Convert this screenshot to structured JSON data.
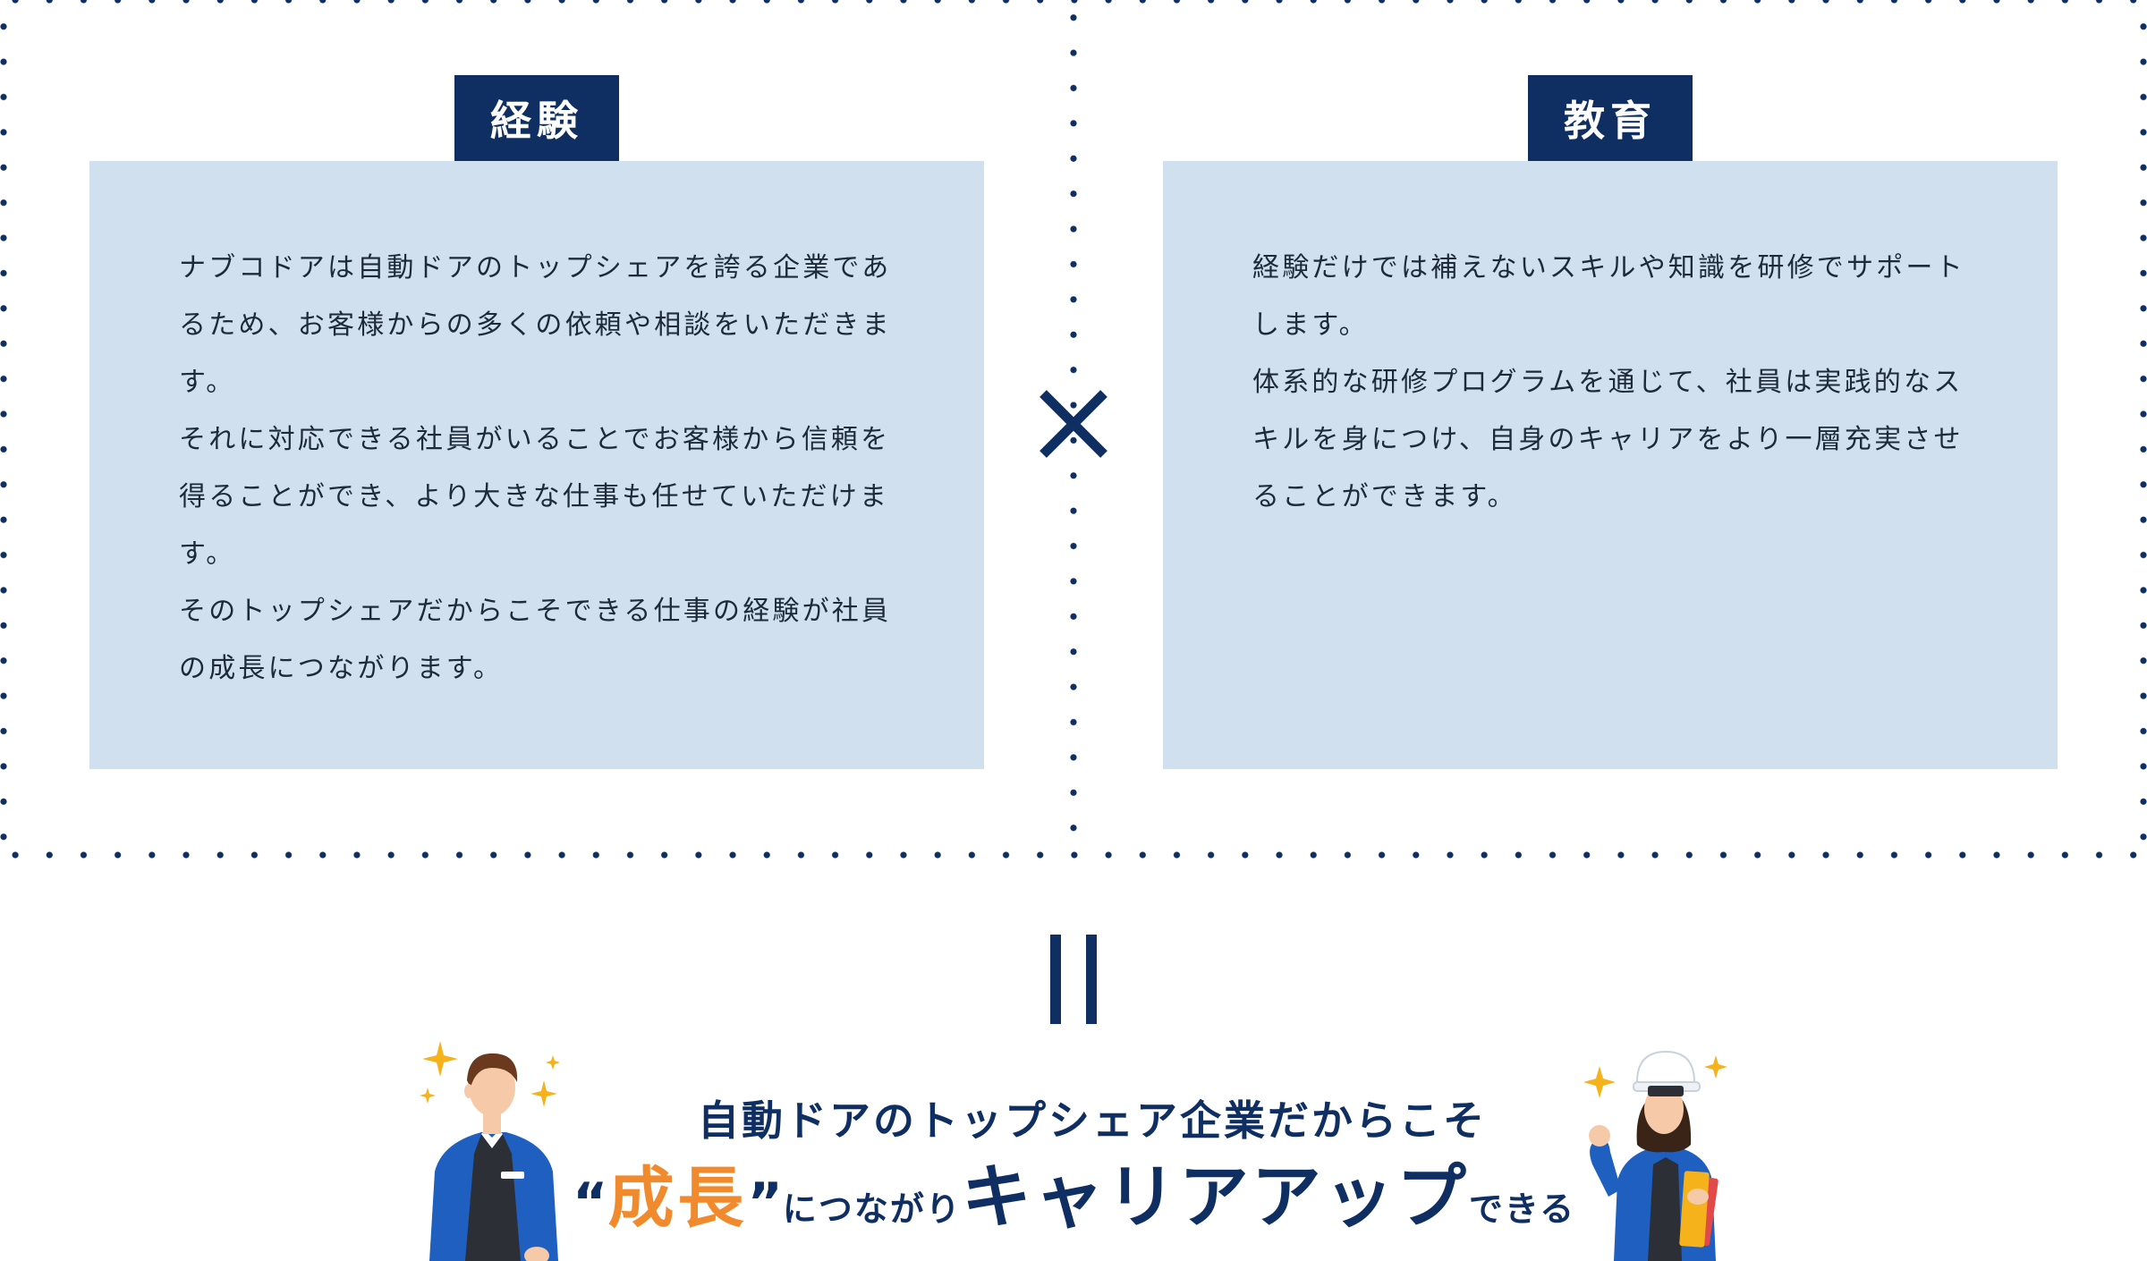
{
  "experience": {
    "tag": "経験",
    "paragraphs": [
      "ナブコドアは自動ドアのトップシェアを誇る企業であるため、お客様からの多くの依頼や相談をいただきます。",
      "それに対応できる社員がいることでお客様から信頼を得ることができ、より大きな仕事も任せていただけます。",
      "そのトップシェアだからこそできる仕事の経験が社員の成長につながります。"
    ]
  },
  "education": {
    "tag": "教育",
    "paragraphs": [
      "経験だけでは補えないスキルや知識を研修でサポートします。",
      "体系的な研修プログラムを通じて、社員は実践的なスキルを身につけ、自身のキャリアをより一層充実させることができます。"
    ]
  },
  "operators": {
    "times": "×",
    "equals": "="
  },
  "result": {
    "line1": "自動ドアのトップシェア企業だからこそ",
    "open_quote": "“",
    "highlight": "成長",
    "close_quote": "”",
    "connector": "につながり",
    "emphasis": "キャリアアップ",
    "ending": "できる"
  },
  "colors": {
    "navy": "#0f2f63",
    "card_bg": "#d0e0ee",
    "accent_orange": "#f08a2c",
    "sparkle_yellow": "#f5b21b",
    "uniform_blue": "#1f5fbf"
  },
  "icons": [
    "times-icon",
    "equals-icon",
    "sparkle-icon",
    "male-worker-illustration",
    "female-worker-illustration"
  ]
}
